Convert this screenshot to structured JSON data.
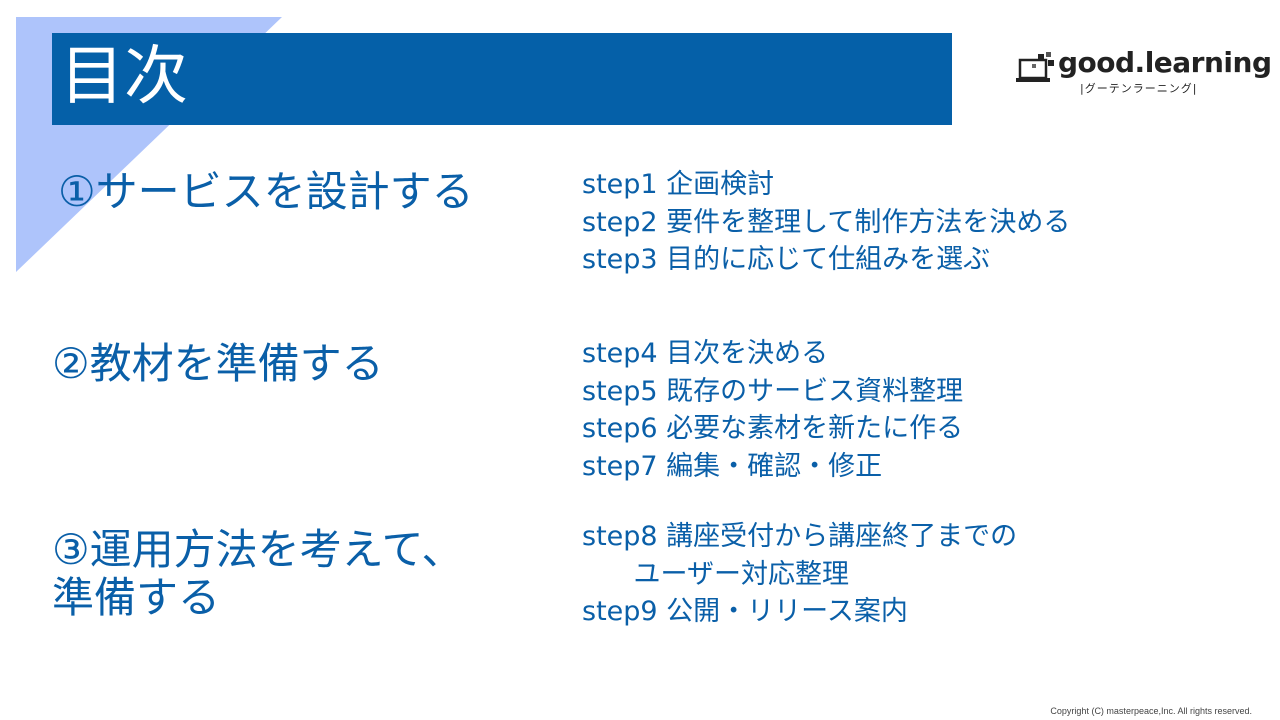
{
  "title": "目次",
  "logo": {
    "text": "good.learning",
    "kana": "|グーテンラーニング|"
  },
  "sections": [
    {
      "label": "①サービスを設計する",
      "steps": [
        "step1 企画検討",
        "step2 要件を整理して制作方法を決める",
        "step3 目的に応じて仕組みを選ぶ"
      ]
    },
    {
      "label": "②教材を準備する",
      "steps": [
        "step4 目次を決める",
        "step5 既存のサービス資料整理",
        "step6 必要な素材を新たに作る",
        "step7 編集・確認・修正"
      ]
    },
    {
      "label_lines": [
        "③運用方法を考えて、",
        "準備する"
      ],
      "steps": [
        "step8 講座受付から講座終了までの",
        "      ユーザー対応整理",
        "step9 公開・リリース案内"
      ]
    }
  ],
  "copyright": "Copyright (C) masterpeace,Inc. All rights reserved.",
  "colors": {
    "accent": "#0560a8",
    "triangle": "#aec4fb"
  }
}
